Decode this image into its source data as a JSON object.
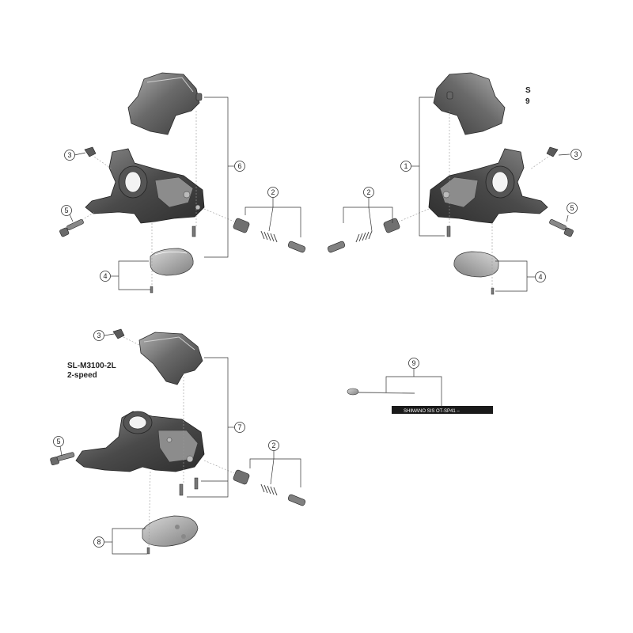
{
  "edge_label": {
    "line1": "S",
    "line2": "9"
  },
  "model": {
    "name": "SL-M3100-2L",
    "speed": "2-speed"
  },
  "callouts": {
    "c1": "1",
    "c2": "2",
    "c3": "3",
    "c4": "4",
    "c5": "5",
    "c6": "6",
    "c7": "7",
    "c8": "8",
    "c9": "9"
  },
  "cable_print": "SHIMANO SIS  OT-SP41 –",
  "colors": {
    "part_dark": "#3c3c3c",
    "part_mid": "#6d6d6d",
    "part_light": "#a8a8a8",
    "line": "#333333"
  }
}
